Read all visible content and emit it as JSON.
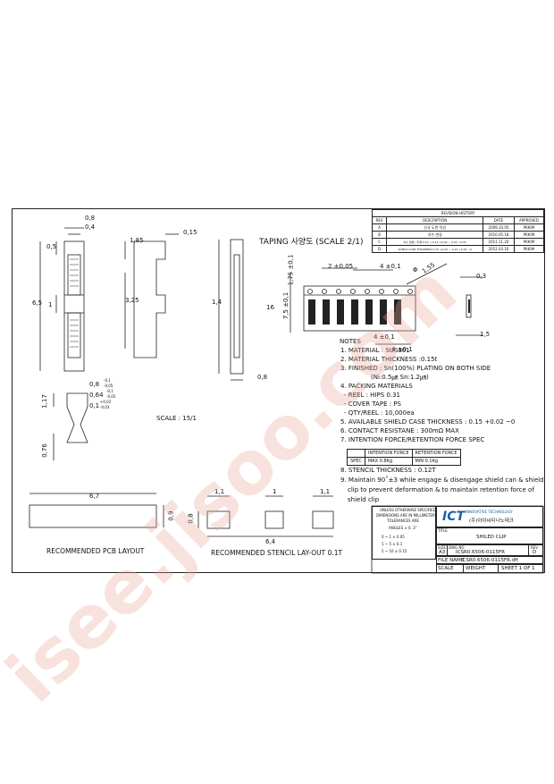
{
  "revision": {
    "title": "REVISION HISTORY",
    "headers": [
      "REV",
      "DESCRIPTION",
      "DATE",
      "APPROVED"
    ],
    "rows": [
      [
        "A",
        "신규 도면 작성",
        "2009.10.05",
        "PKKIM"
      ],
      [
        "B",
        "치수 변경",
        "2010.05.18",
        "PKKIM"
      ],
      [
        "C",
        "치수 변경 / 두께 0.15 → 0.15 +0.02 ~ 0.03 ~0.05",
        "2011.11.24",
        "PKKIM"
      ],
      [
        "D",
        "SHIELD CASE THICKNESS 0.15 +0.02 ~ 0.15 +0.02 ~0",
        "2012.03.16",
        "PKKIM"
      ]
    ]
  },
  "dims": {
    "top_08": "0,8",
    "top_04": "0,4",
    "left_05": "0,5",
    "left_65": "6,5",
    "left_1": "1",
    "side_185": "1,85",
    "side_325": "3,25",
    "side_015": "0,15",
    "front_14": "1,4",
    "front_08": "0,8",
    "tol_08": "0,8",
    "tol_08_up": "-0,1",
    "tol_08_dn": "-0,05",
    "tol_064": "0,64",
    "tol_064_up": "-0,1",
    "tol_064_dn": "-0,05",
    "tol_01": "0,1",
    "tol_01_up": "+0,02",
    "tol_01_dn": "-0,03",
    "det_117": "1,17",
    "det_076": "0,76",
    "tape_2": "2 ±0,05",
    "tape_4a": "4 ±0,1",
    "tape_175": "1,75 ±0,1",
    "tape_16": "16",
    "tape_75": "7,5 ±0,1",
    "tape_155": "1,55",
    "tape_4b": "4 ±0,1",
    "tape_4c": "4 ±0,1",
    "tape_phi": "Φ",
    "clip_03": "0,3",
    "clip_15": "1,5",
    "pcb_67": "6,7",
    "pcb_09": "0,9",
    "st_11a": "1,1",
    "st_1": "1",
    "st_11b": "1,1",
    "st_08": "0,8",
    "st_64": "6,4"
  },
  "labels": {
    "taping": "TAPING 사양도 (SCALE 2/1)",
    "scale": "SCALE : 15/1",
    "pcb_layout": "RECOMMENDED PCB LAYOUT",
    "stencil_layout": "RECOMMENDED  STENCIL LAY-OUT  0.1T"
  },
  "notes": {
    "title": "NOTES",
    "n1": "1. MATERIAL : SUS301",
    "n2": "2. MATERIAL THICKNESS :0.15t",
    "n3": "3. FINISHED : Sn(100%) PLATING ON BOTH SIDE",
    "n3b": "(Ni:0.5㎛  Sn:1.2㎛)",
    "n4": "4. PACKING MATERIALS",
    "n4a": "- REEL : HIPS 0.31",
    "n4b": "- COVER TAPE : PS",
    "n4c": "- QTY/REEL : 10,000ea",
    "n5": "5. AVAILABLE SHIELD CASE THICKNESS : 0.15 +0.02 ~0",
    "n6": "6. CONTACT RESISTANE : 300mΩ MAX",
    "n7": "7. INTENTION FORCE/RETENTION FORCE SPEC",
    "n8": "8. STENCIL THICKNESS : 0.12T",
    "n9a": "9. Maintain 90˚±3 while engage & disengage shield can & shield",
    "n9b": "clip to prevent  deformation & to maintain retention force of",
    "n9c": "shield clip"
  },
  "spec_table": {
    "h1": "INTENTION FORCE",
    "h2": "RETENTION FORCE",
    "row_label": "SPEC",
    "v1": "MAX 0.8Kg",
    "v2": "MIN 0.1Kg"
  },
  "title_block": {
    "tol1": "UNLESS OTHERWISE SPECIFIED",
    "tol2": "DIMENSIONS ARE IN MILLIMETERS",
    "tol3": "TOLERANCES ARE",
    "tol4": "ANGLES ± 0. 3˚",
    "tol5": "0  ~  1  ±  0.05",
    "tol6": "1  ~  5  ±  0.1",
    "tol7": "5  ~  10  ±  0.15",
    "logo": "ICT",
    "logo_small": "INNOVATIVE TECHNOLOGY",
    "company": "(주)아이씨티나노테크",
    "title_label": "TITLE",
    "title": "SHILED CLIP",
    "size_label": "SIZE",
    "size": "A3",
    "dwg_label": "DWG NO",
    "dwg": "ICSR0.6506-0115FR",
    "rev_label": "REV",
    "rev": "D",
    "file_label": "FILE NAME",
    "file": "ICSR0.6506-0115FR.dft",
    "scale_label": "SCALE",
    "weight_label": "WEIGHT",
    "sheet": "SHEET 1 OF 1"
  },
  "watermark": "isee.jisoo.com"
}
